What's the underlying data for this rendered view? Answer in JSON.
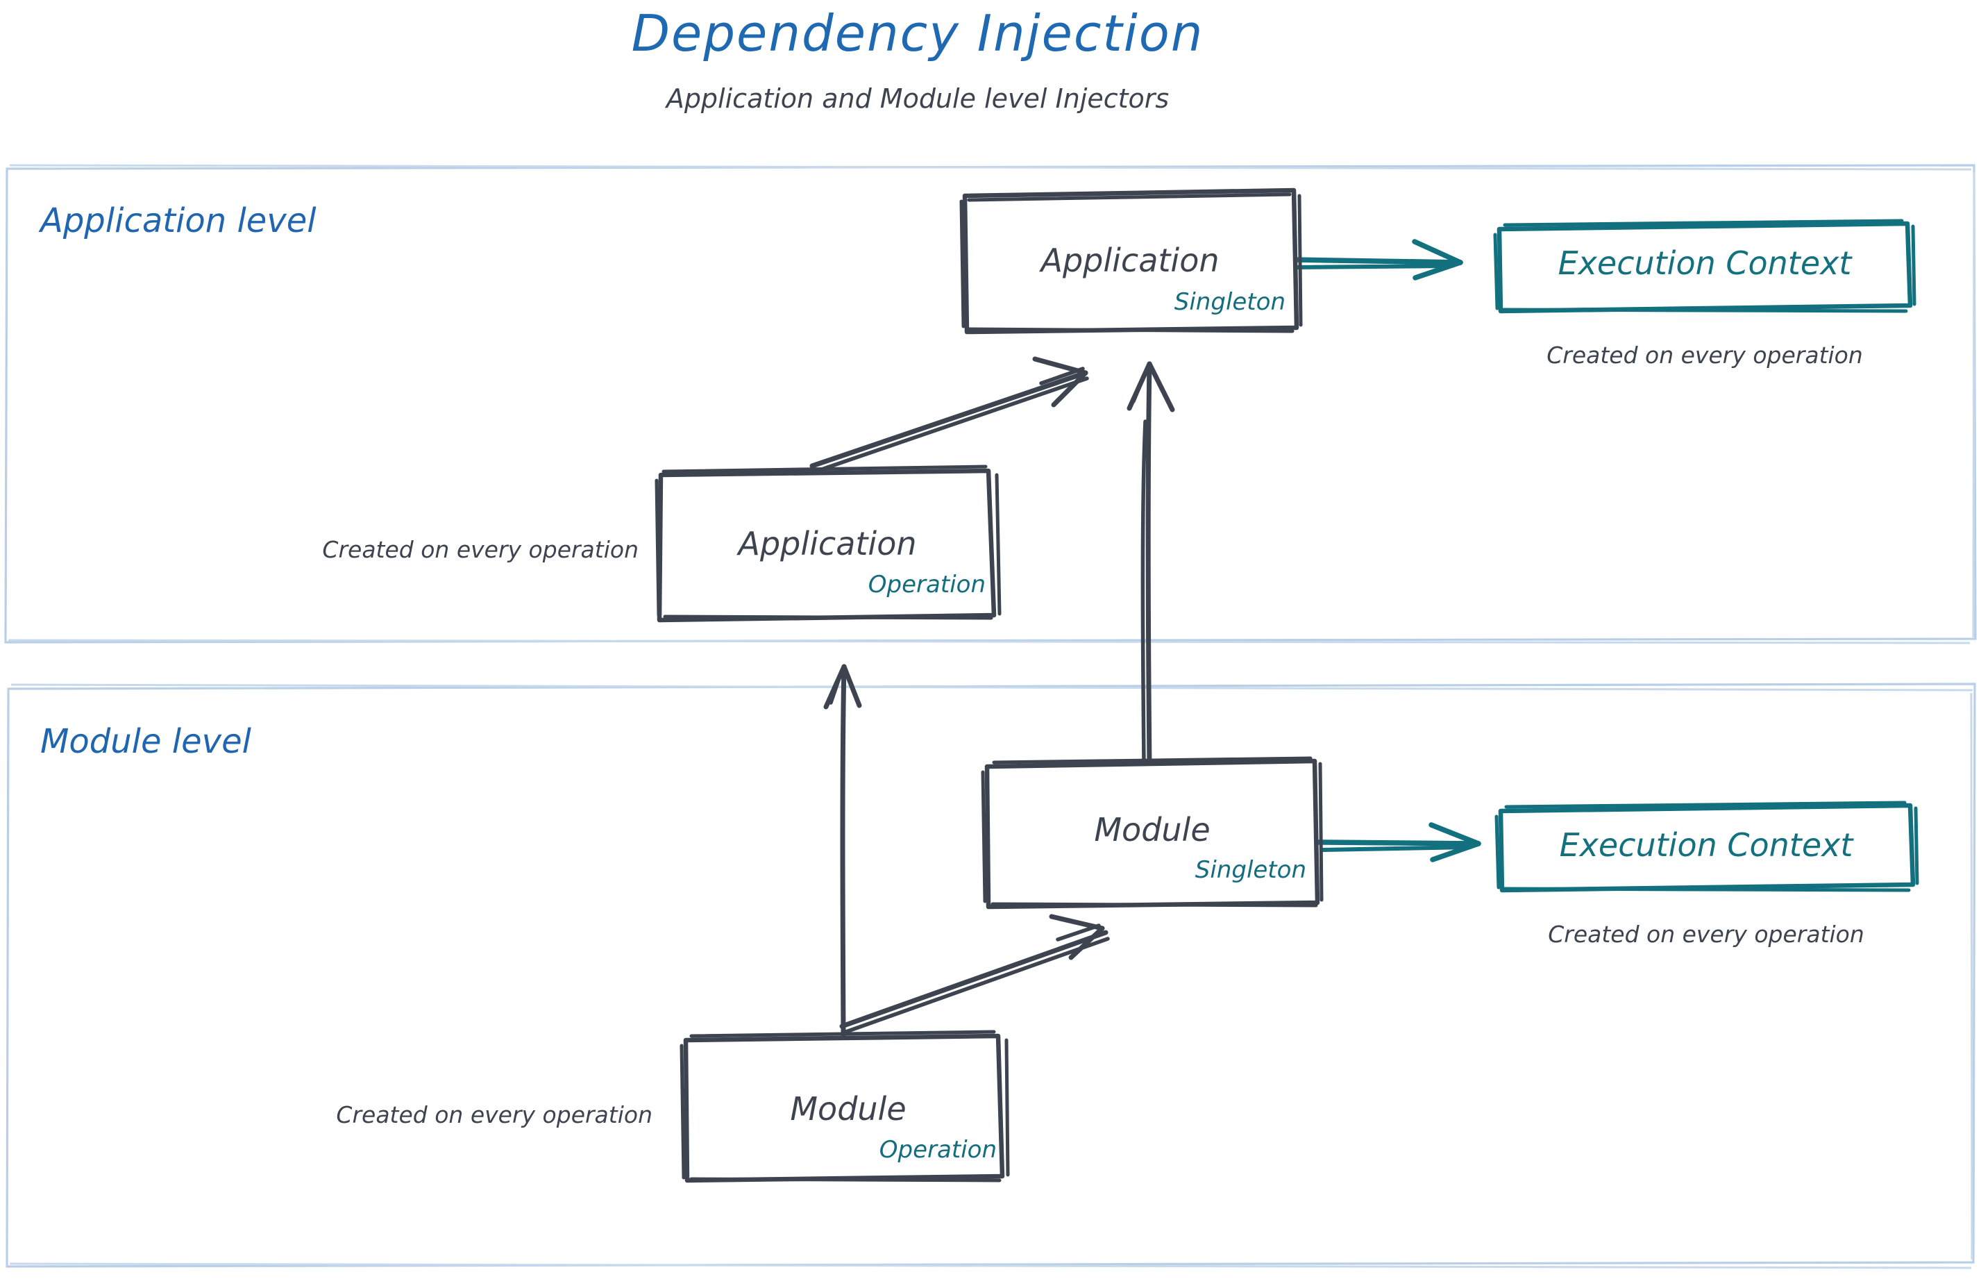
{
  "header": {
    "title": "Dependency Injection",
    "subtitle": "Application and Module level Injectors"
  },
  "colors": {
    "title_blue": "#1f69b3",
    "lane_label_blue": "#2065b0",
    "lane_border_blue": "#b9cfe8",
    "node_stroke": "#3d4450",
    "node_text": "#3d4450",
    "scope_teal": "#136d7e",
    "context_teal": "#13707f",
    "background": "#ffffff"
  },
  "lanes": [
    {
      "id": "application-level",
      "label": "Application level",
      "nodes": [
        {
          "id": "application-singleton",
          "title": "Application",
          "scope": "Singleton"
        },
        {
          "id": "application-operation",
          "title": "Application",
          "scope": "Operation",
          "caption": "Created on every operation"
        }
      ],
      "context": {
        "id": "application-execution-context",
        "label": "Execution Context",
        "caption": "Created on every operation"
      }
    },
    {
      "id": "module-level",
      "label": "Module level",
      "nodes": [
        {
          "id": "module-singleton",
          "title": "Module",
          "scope": "Singleton"
        },
        {
          "id": "module-operation",
          "title": "Module",
          "scope": "Operation",
          "caption": "Created on every operation"
        }
      ],
      "context": {
        "id": "module-execution-context",
        "label": "Execution Context",
        "caption": "Created on every operation"
      }
    }
  ],
  "edges": [
    {
      "id": "app-operation-to-app-singleton",
      "from": "application-operation",
      "to": "application-singleton",
      "color": "#3d4450"
    },
    {
      "id": "app-singleton-to-app-context",
      "from": "application-singleton",
      "to": "application-execution-context",
      "color": "#13707f"
    },
    {
      "id": "module-singleton-to-app-singleton",
      "from": "module-singleton",
      "to": "application-singleton",
      "color": "#3d4450"
    },
    {
      "id": "module-operation-to-app-operation",
      "from": "module-operation",
      "to": "application-operation",
      "color": "#3d4450"
    },
    {
      "id": "module-operation-to-module-singleton",
      "from": "module-operation",
      "to": "module-singleton",
      "color": "#3d4450"
    },
    {
      "id": "module-singleton-to-module-context",
      "from": "module-singleton",
      "to": "module-execution-context",
      "color": "#13707f"
    }
  ]
}
